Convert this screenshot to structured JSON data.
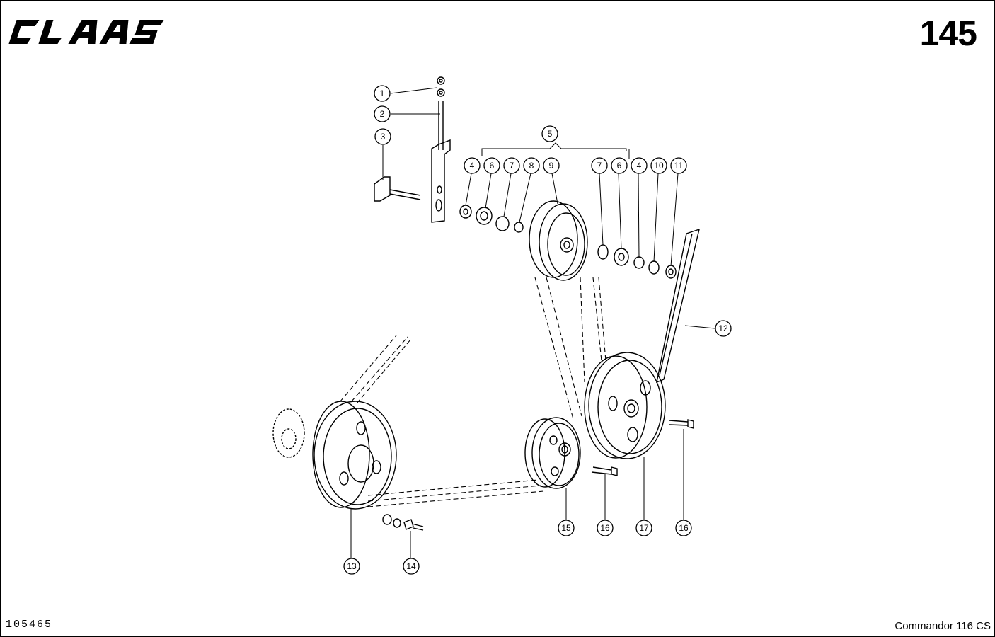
{
  "header": {
    "brand": "CLAAS",
    "page_number": "145"
  },
  "footer": {
    "drawing_number": "105465",
    "model": "Commandor 116 CS"
  },
  "callouts": [
    {
      "id": "c1",
      "label": "1"
    },
    {
      "id": "c2",
      "label": "2"
    },
    {
      "id": "c3",
      "label": "3"
    },
    {
      "id": "c5",
      "label": "5"
    },
    {
      "id": "c4a",
      "label": "4"
    },
    {
      "id": "c6a",
      "label": "6"
    },
    {
      "id": "c7a",
      "label": "7"
    },
    {
      "id": "c8",
      "label": "8"
    },
    {
      "id": "c9",
      "label": "9"
    },
    {
      "id": "c7b",
      "label": "7"
    },
    {
      "id": "c6b",
      "label": "6"
    },
    {
      "id": "c4b",
      "label": "4"
    },
    {
      "id": "c10",
      "label": "10"
    },
    {
      "id": "c11",
      "label": "11"
    },
    {
      "id": "c12",
      "label": "12"
    },
    {
      "id": "c13",
      "label": "13"
    },
    {
      "id": "c14",
      "label": "14"
    },
    {
      "id": "c15",
      "label": "15"
    },
    {
      "id": "c16a",
      "label": "16"
    },
    {
      "id": "c17",
      "label": "17"
    },
    {
      "id": "c16b",
      "label": "16"
    }
  ]
}
